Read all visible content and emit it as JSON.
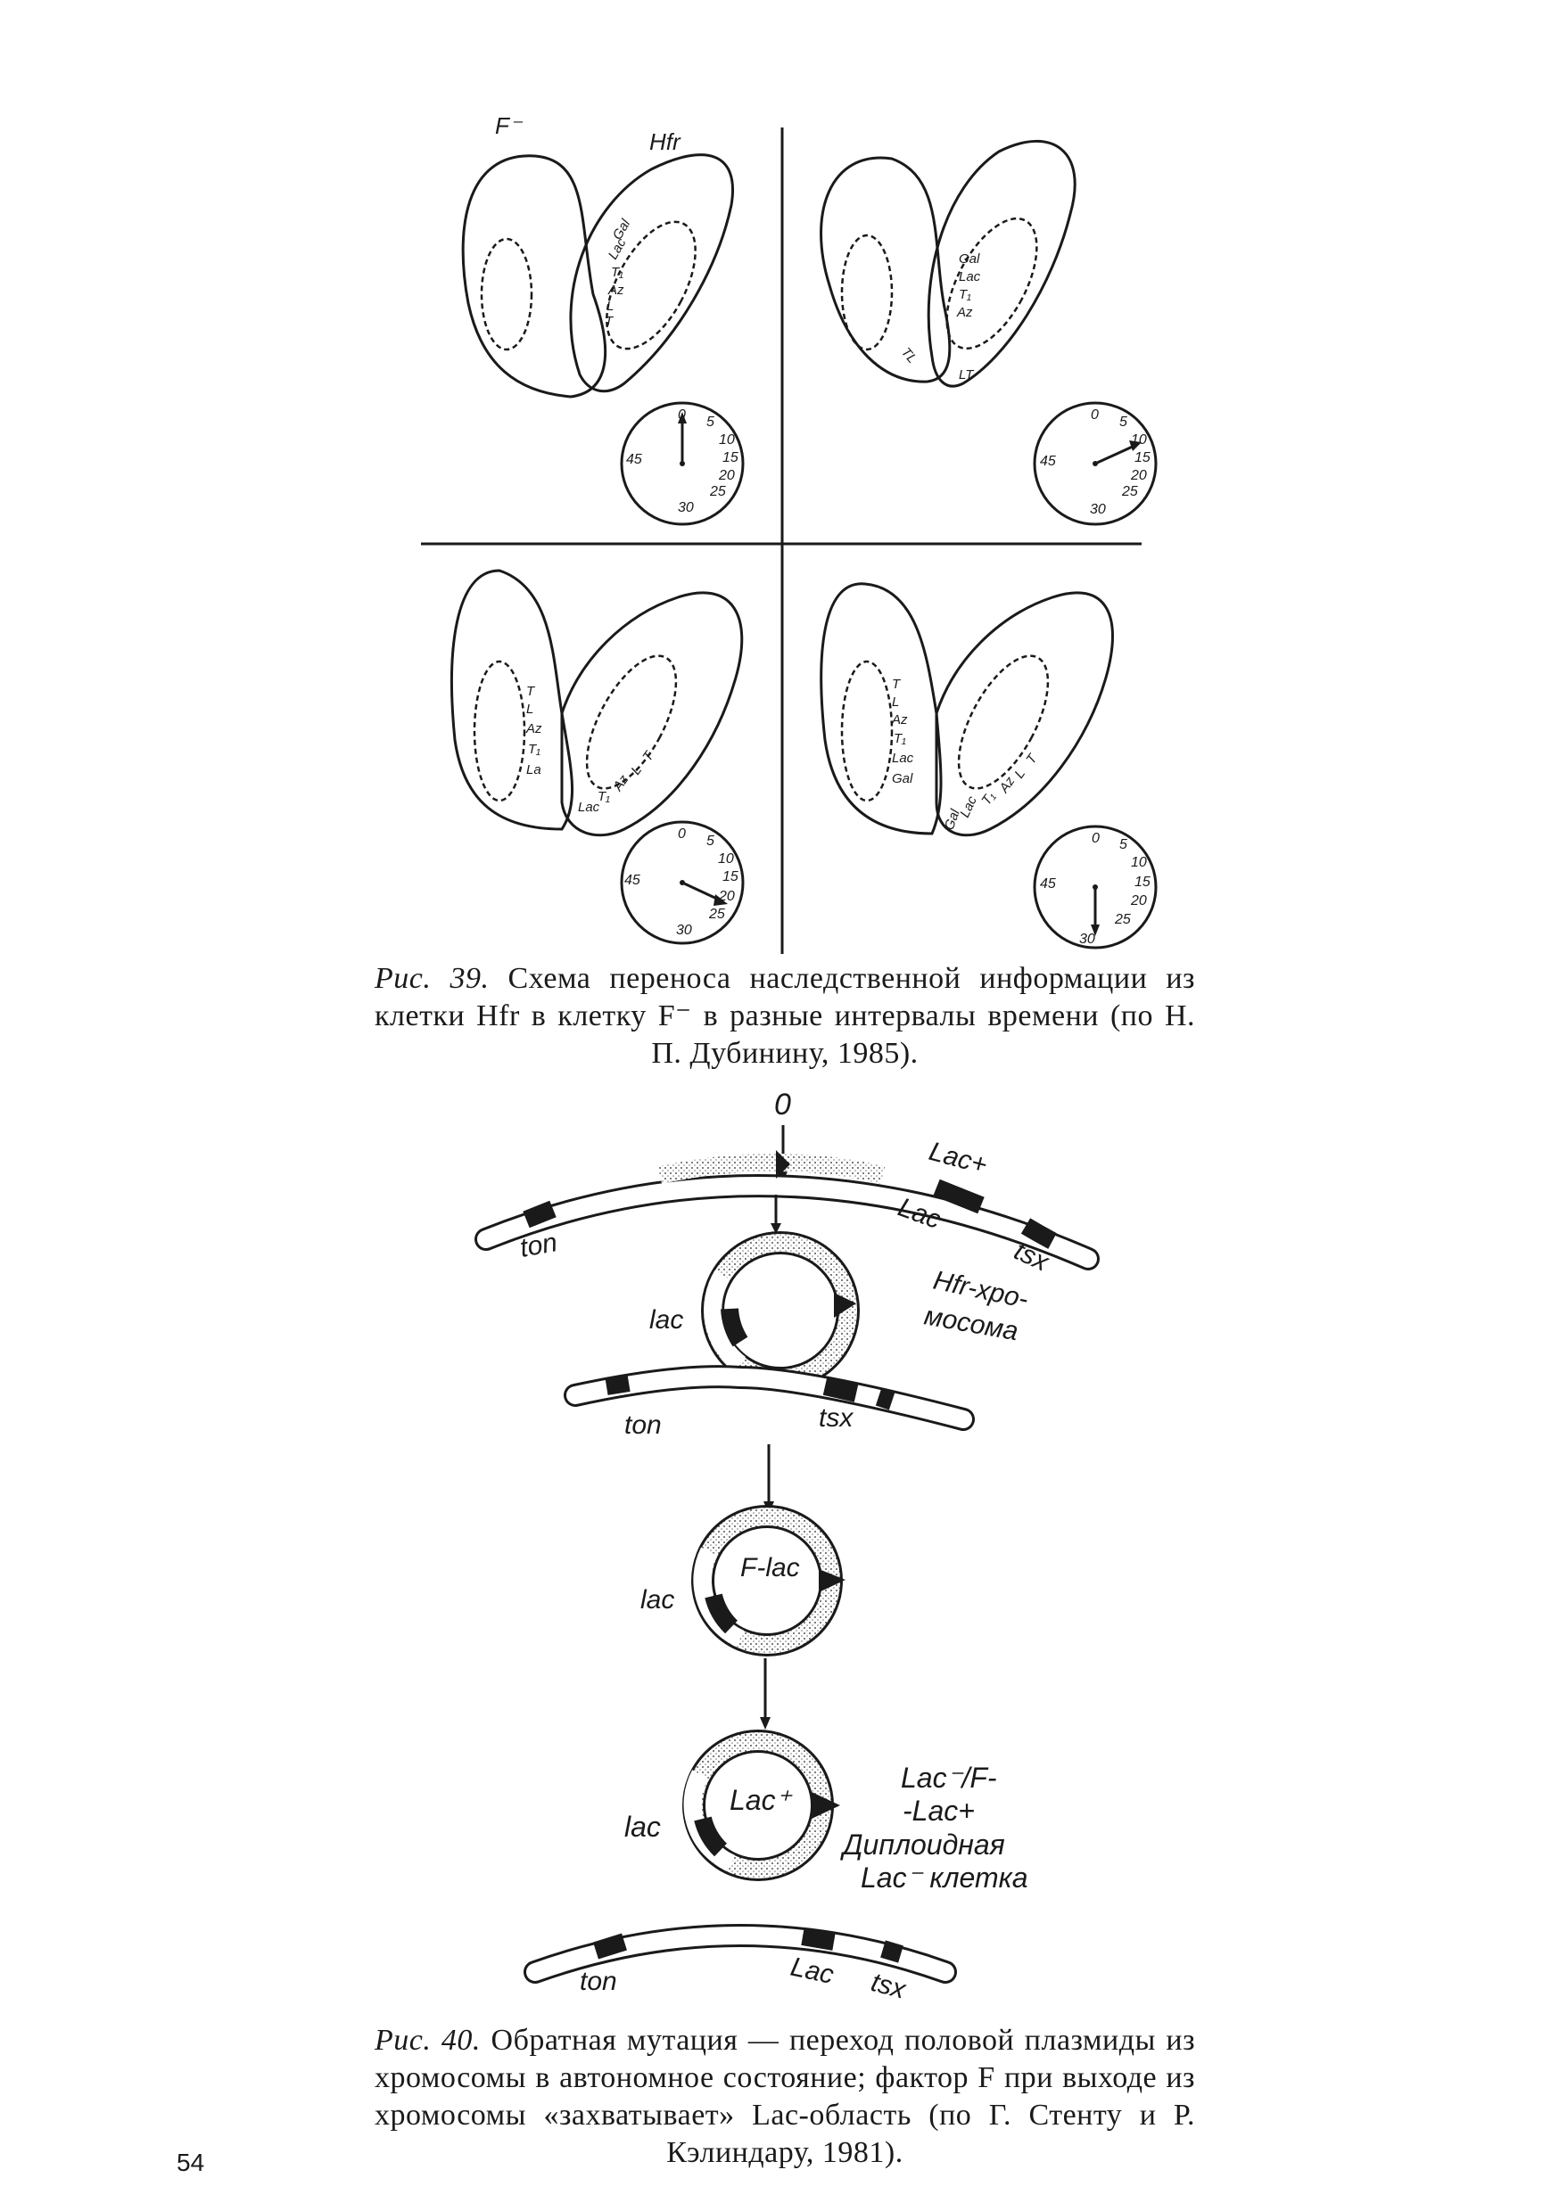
{
  "page_number": "54",
  "figure39": {
    "caption_label": "Рис. 39.",
    "caption_text": "Схема переноса наследственной информации из клетки Hfr в клетку F⁻ в разные интервалы времени (по Н. П. Дубинину, 1985).",
    "cell_labels": {
      "recipient": "F⁻",
      "donor": "Hfr"
    },
    "panels": [
      {
        "id": "top-left",
        "clock_minutes": 0,
        "recipient_genes": [],
        "donor_genes": [
          "Gal",
          "Lac",
          "T₁",
          "Az",
          "L",
          "T"
        ],
        "transferred_genes": []
      },
      {
        "id": "top-right",
        "clock_minutes": 10,
        "recipient_genes": [],
        "donor_genes": [
          "Gal",
          "Lac",
          "T₁",
          "Az"
        ],
        "transferred_genes": [
          "TL",
          "LT"
        ]
      },
      {
        "id": "bottom-left",
        "clock_minutes": 20,
        "recipient_genes": [
          "T",
          "L",
          "Az",
          "T₁",
          "La"
        ],
        "donor_genes": [
          "T",
          "L",
          "Az",
          "T₁",
          "Lac"
        ],
        "transferred_genes": []
      },
      {
        "id": "bottom-right",
        "clock_minutes": 30,
        "recipient_genes": [
          "T",
          "L",
          "Az",
          "T₁",
          "Lac",
          "Gal"
        ],
        "donor_genes": [
          "T",
          "L",
          "Az",
          "T₁",
          "Lac",
          "Gal"
        ],
        "transferred_genes": []
      }
    ],
    "clock_labels": [
      "0",
      "5",
      "10",
      "15",
      "20",
      "25",
      "30",
      "45"
    ]
  },
  "figure40": {
    "caption_label": "Рис. 40.",
    "caption_text": "Обратная мутация — переход половой плазмиды из хромосомы в автономное состояние; фактор F при выходе из хромосомы «захватывает» Lac-область (по Г. Стенту и Р. Кэлиндару, 1981).",
    "origin_label": "0",
    "top_chromosome": {
      "ton": "ton",
      "lac_plus": "Lac+",
      "lac": "Lac",
      "tsx": "tsx"
    },
    "hfr_label_line1": "Hfr-хро-",
    "hfr_label_line2": "мосома",
    "loop_stage": {
      "lac": "lac",
      "ton": "ton",
      "tsx": "tsx"
    },
    "plasmid_stage": {
      "center": "F-lac",
      "lac": "lac"
    },
    "final_stage": {
      "center": "Lac⁺",
      "lac": "lac",
      "genotype_line1": "Lac⁻/F-",
      "genotype_line2": "-Lac+",
      "diploid_line1": "Диплоидная",
      "diploid_line2": "Lac⁻ клетка",
      "ton": "ton",
      "lac_bottom": "Lac",
      "tsx": "tsx"
    }
  }
}
